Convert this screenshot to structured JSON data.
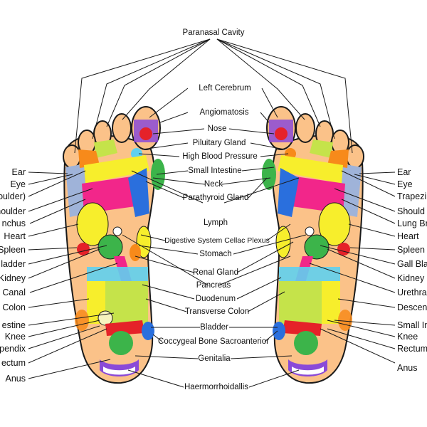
{
  "title": "Paranasal Cavity",
  "center_labels": [
    "Left Cerebrum",
    "Angiomatosis",
    "Nose",
    "Piluitary Gland",
    "High Blood Pressure",
    "Small Intestine",
    "Neck",
    "Parathyroid Gland",
    "Lymph",
    "Digestive System Cellac Plexus",
    "Stomach",
    "Renal Gland",
    "Pancreas",
    "Duodenum",
    "Transverse Colon",
    "Bladder",
    "Coccygeal Bone Sacroanterior",
    "Genitalia",
    "Haermorrhoidallis"
  ],
  "left_labels": [
    "Ear",
    "Eye",
    "oulder)",
    "houlder",
    "nchus",
    "Heart",
    "Spleen",
    "ladder",
    "Kidney",
    "Canal",
    "Colon",
    "estine",
    "Knee",
    "pendix",
    "ectum",
    "Anus"
  ],
  "right_labels": [
    "Ear",
    "Eye",
    "Trapezi",
    "Should",
    "Lung Br",
    "Heart",
    "Spleen",
    "Gall Bla",
    "Kidney",
    "Urethra",
    "Descen",
    "Small In",
    "Knee",
    "Rectum",
    "Anus"
  ],
  "colors": {
    "sole": "#fbc289",
    "outline": "#1a1a1a",
    "yellow": "#f7ee2c",
    "pink": "#f2268a",
    "green": "#3cb44a",
    "blue": "#2a6fdd",
    "cyan": "#5fd0f0",
    "red": "#e52229",
    "orange": "#f78a1a",
    "purple": "#8a4ad8",
    "lime": "#c5e34a",
    "grey_blue": "#9fb3d9"
  }
}
